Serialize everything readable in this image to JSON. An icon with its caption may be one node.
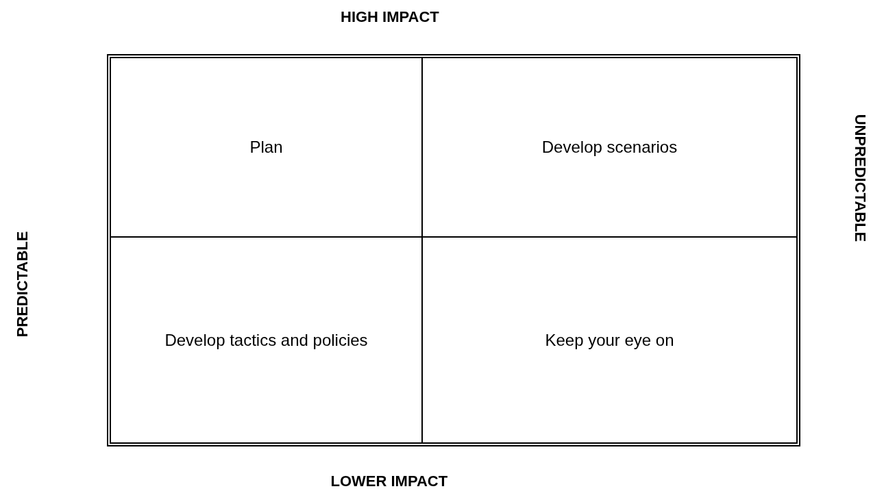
{
  "diagram": {
    "nodes": [
      {
        "text": [
          "Plan"
        ]
      },
      {
        "text": [
          "Develop scenarios"
        ]
      },
      {
        "text": [
          "Develop tactics and policies"
        ]
      },
      {
        "text": [
          "Keep your eye on"
        ]
      }
    ],
    "labels": [
      "HIGH IMPACT",
      "UNPREDICTABLE",
      "PREDICTABLE",
      "LOWER IMPACT"
    ]
  }
}
